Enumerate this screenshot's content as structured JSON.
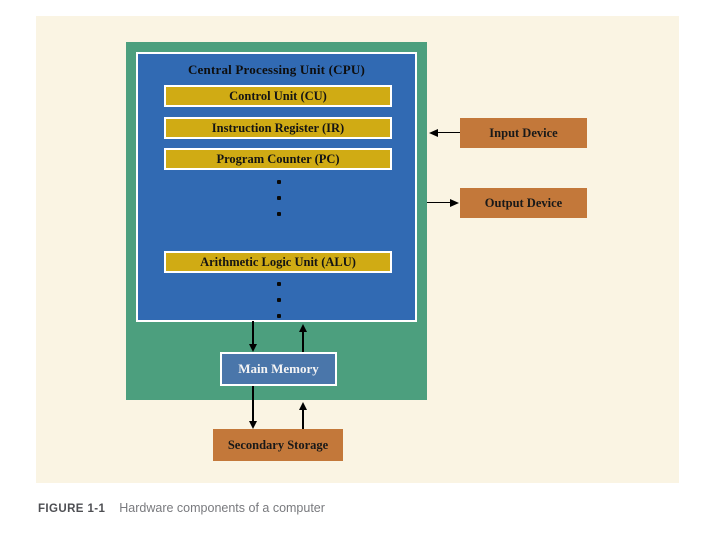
{
  "cpu": {
    "title": "Central Processing Unit (CPU)",
    "bars": [
      "Control Unit (CU)",
      "Instruction Register (IR)",
      "Program Counter (PC)"
    ],
    "alu": "Arithmetic Logic Unit (ALU)"
  },
  "memory": {
    "main": "Main Memory",
    "secondary": "Secondary Storage"
  },
  "devices": {
    "input": "Input Device",
    "output": "Output Device"
  },
  "caption": {
    "label": "FIGURE 1-1",
    "text": "Hardware components of a computer"
  },
  "colors": {
    "card_bg": "#faf4e3",
    "panel_green": "#4c9f7e",
    "cpu_blue": "#316ab3",
    "memory_blue": "#4a76aa",
    "register_gold": "#d0ab14",
    "device_orange": "#c3783a",
    "arrow": "#000000"
  }
}
